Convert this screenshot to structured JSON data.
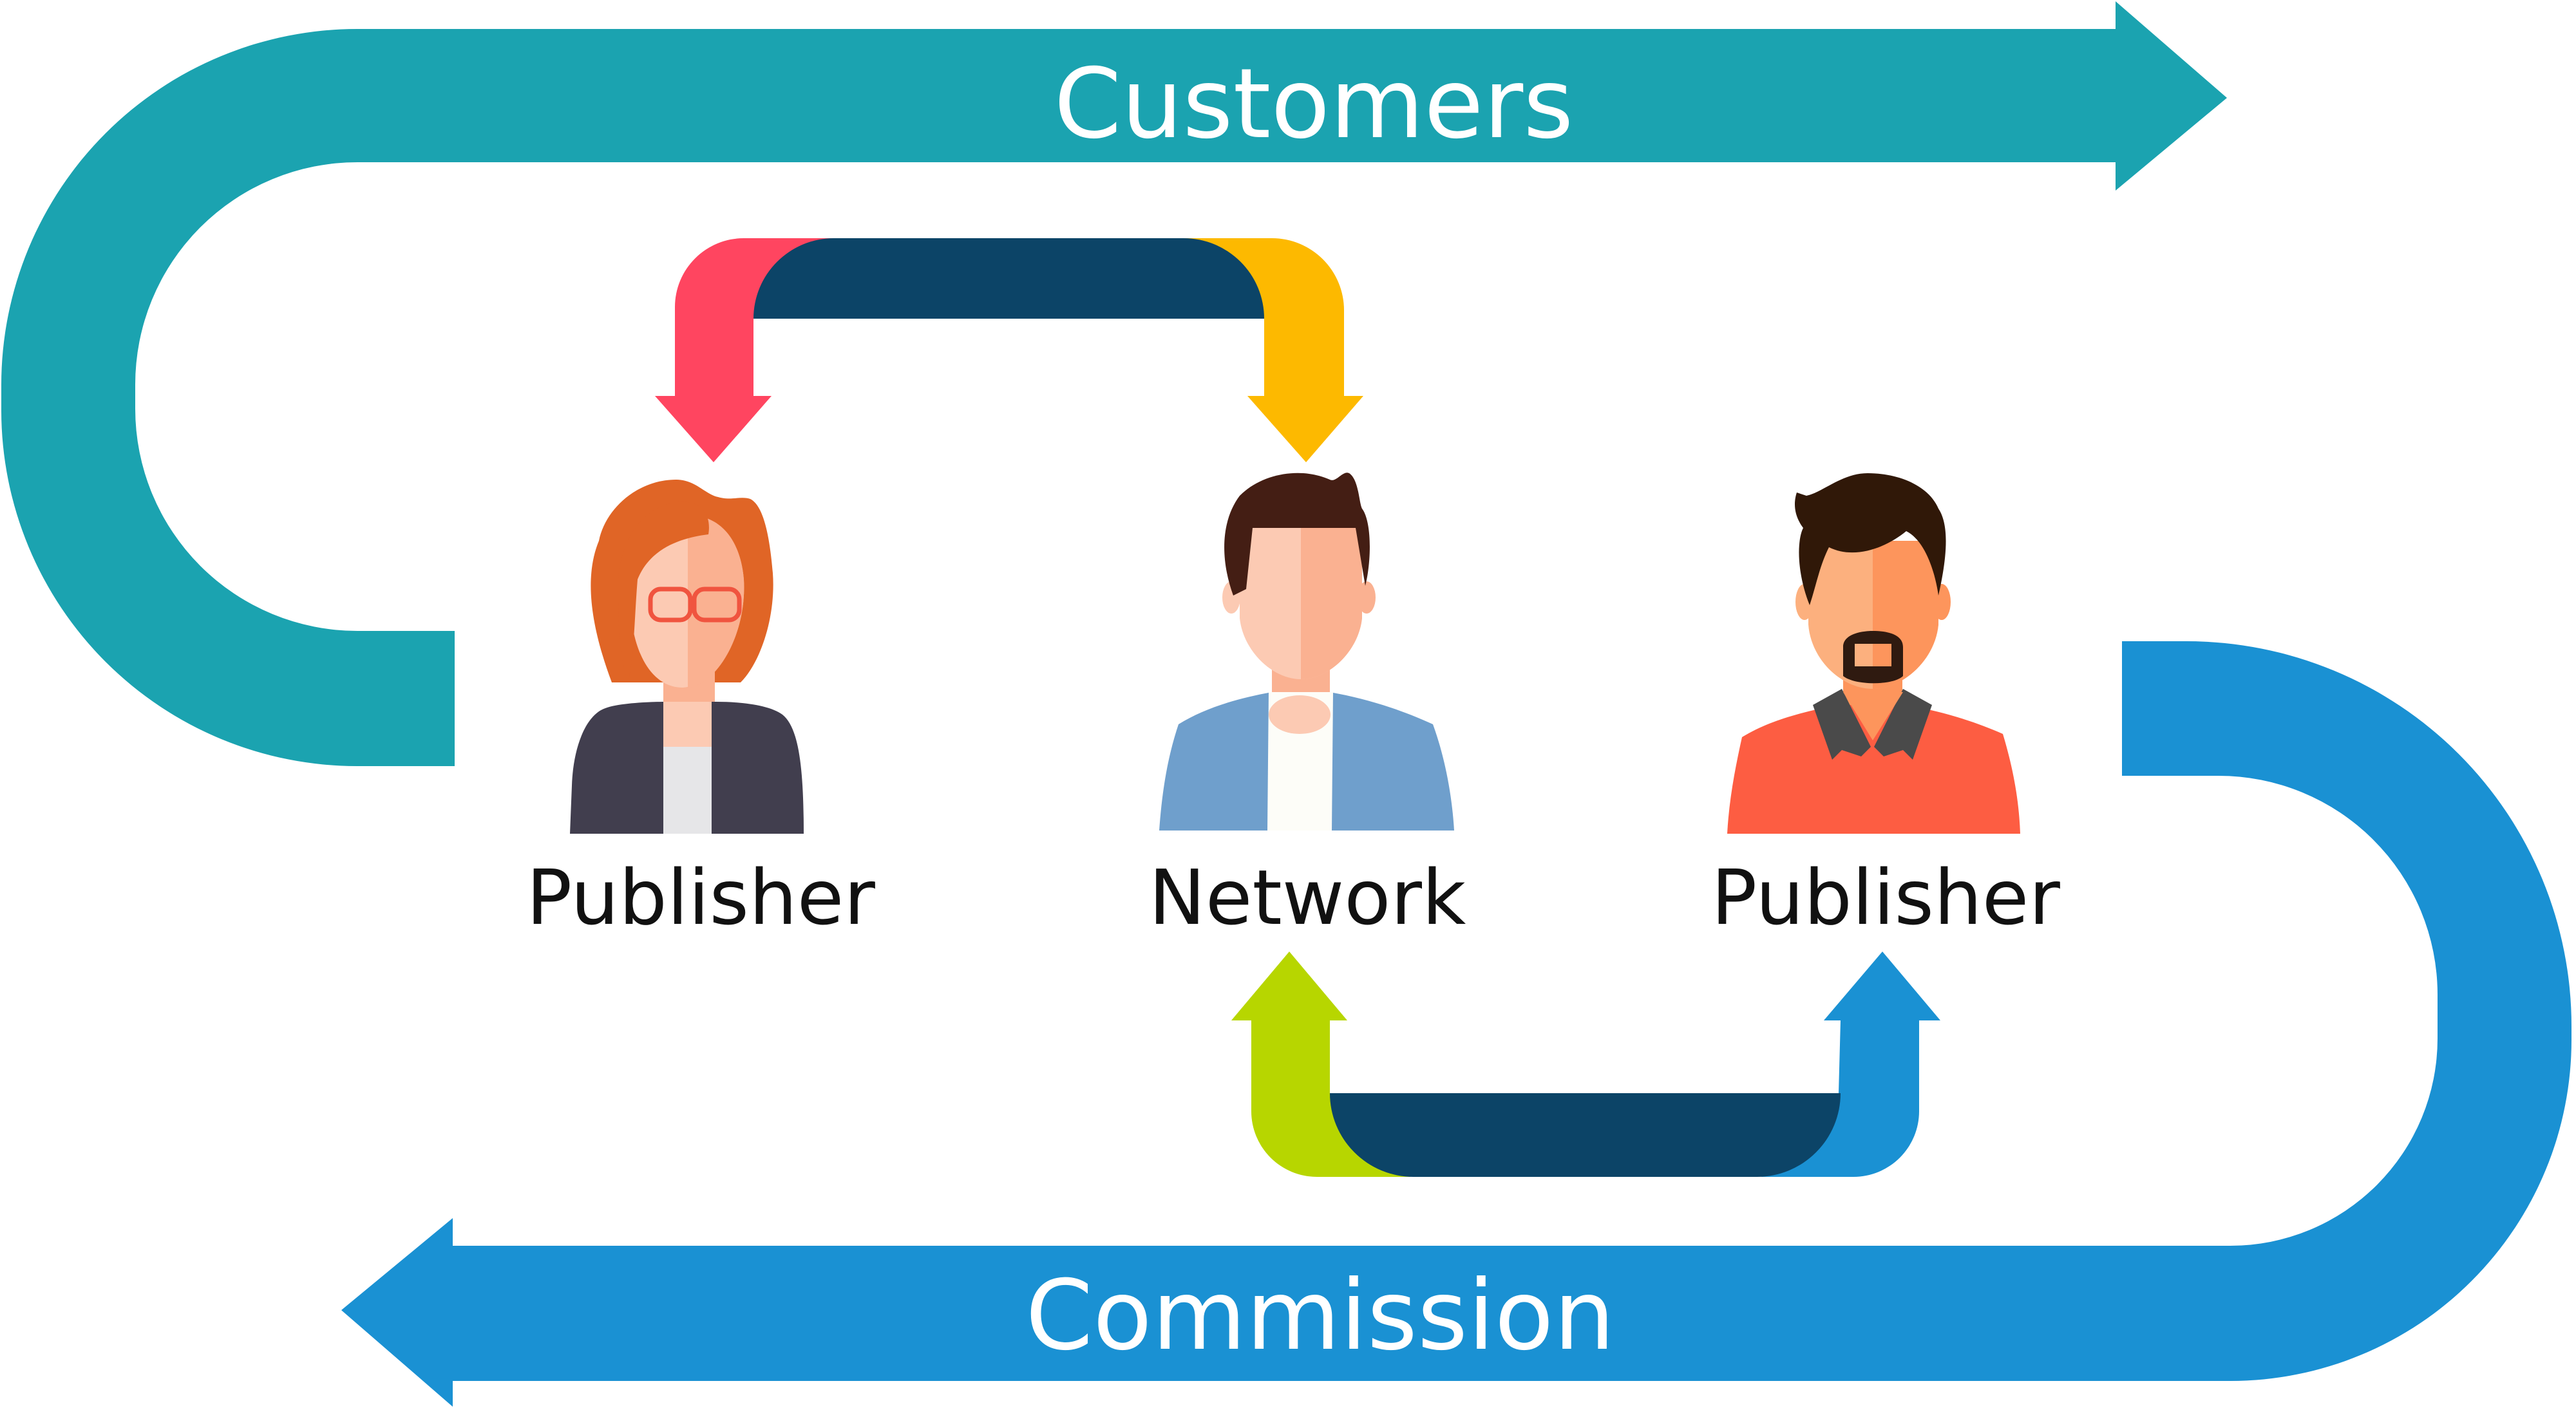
{
  "flows": {
    "customers_label": "Customers",
    "commission_label": "Commission"
  },
  "roles": {
    "left_label": "Publisher",
    "center_label": "Network",
    "right_label": "Publisher"
  },
  "colors": {
    "customers_band": "#1ba3b0",
    "commission_band": "#1a91d3",
    "top_connector_left": "#ff4560",
    "top_connector_right": "#fdb900",
    "connector_dark": "#0c4467",
    "bottom_connector_left": "#b7d600",
    "bottom_connector_right": "#1a91d3"
  }
}
